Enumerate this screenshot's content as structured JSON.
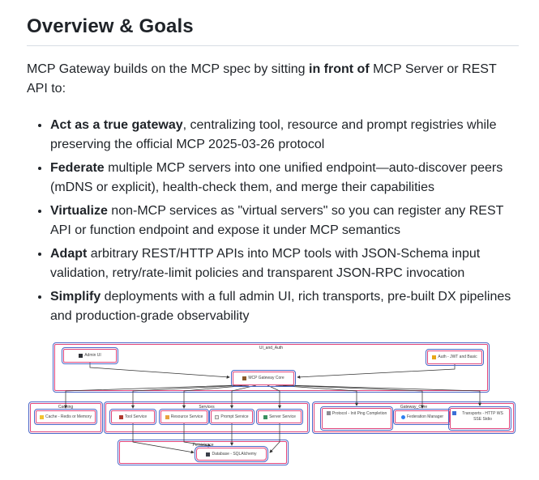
{
  "heading": {
    "title": "Overview & Goals"
  },
  "intro": {
    "pre": "MCP Gateway builds on the MCP spec by sitting ",
    "bold": "in front of",
    "post": " MCP Server or REST API to:"
  },
  "bullets": [
    {
      "bold": "Act as a true gateway",
      "rest": ", centralizing tool, resource and prompt registries while preserving the official MCP 2025-03-26 protocol"
    },
    {
      "bold": "Federate",
      "rest": " multiple MCP servers into one unified endpoint—auto-discover peers (mDNS or explicit), health-check them, and merge their capabilities"
    },
    {
      "bold": "Virtualize",
      "rest": " non-MCP services as \"virtual servers\" so you can register any REST API or function endpoint and expose it under MCP semantics"
    },
    {
      "bold": "Adapt",
      "rest": " arbitrary REST/HTTP APIs into MCP tools with JSON-Schema input validation, retry/rate-limit policies and transparent JSON-RPC invocation"
    },
    {
      "bold": "Simplify",
      "rest": " deployments with a full admin UI, rich transports, pre-built DX pipelines and production-grade observability"
    }
  ],
  "diagram": {
    "groups": {
      "ui_and_auth": {
        "label": "UI_and_Auth"
      },
      "caching": {
        "label": "Caching"
      },
      "services": {
        "label": "Services"
      },
      "gateway_core": {
        "label": "Gateway_Core"
      },
      "persistence": {
        "label": "Persistence"
      }
    },
    "nodes": {
      "admin_ui": {
        "label": "Admin UI",
        "icon": "monitor-icon",
        "icon_style": "background:#2f3137"
      },
      "auth": {
        "label": "Auth - JWT and Basic",
        "icon": "lock-icon",
        "icon_style": "background:#e8a617"
      },
      "core": {
        "label": "MCP Gateway Core",
        "icon": "door-icon",
        "icon_style": "background:#8a5a2a"
      },
      "cache": {
        "label": "Cache - Redis or Memory",
        "icon": "bolt-icon",
        "icon_style": "background:#f2c230"
      },
      "tool": {
        "label": "Tool Service",
        "icon": "toolbox-icon",
        "icon_style": "background:#b03a2e"
      },
      "resource": {
        "label": "Resource Service",
        "icon": "folder-icon",
        "icon_style": "background:#e8a33d"
      },
      "prompt": {
        "label": "Prompt Service",
        "icon": "memo-icon",
        "icon_style": "background:#ece9e4;border:1px solid #9a9a9a"
      },
      "server": {
        "label": "Server Service",
        "icon": "server-icon",
        "icon_style": "background:#3a8f5f"
      },
      "protocol": {
        "label": "Protocol - Init Ping Completion",
        "icon": "satellite-icon",
        "icon_style": "background:#8d8d93"
      },
      "federation": {
        "label": "Federation Manager",
        "icon": "shuffle-icon",
        "icon_style": "background:#2d7ff0;border-radius:50%"
      },
      "transports": {
        "label": "Transports - HTTP WS SSE Stdio",
        "icon": "plug-icon",
        "icon_style": "background:#3b6fd6"
      },
      "database": {
        "label": "Database - SQLAlchemy",
        "icon": "file-cabinet-icon",
        "icon_style": "background:#3a3f4a"
      }
    },
    "colors": {
      "border_pink": "#e0457b",
      "border_blue": "#4a67c8",
      "arrow": "#333333",
      "heading_rule": "#d8dee4"
    }
  }
}
